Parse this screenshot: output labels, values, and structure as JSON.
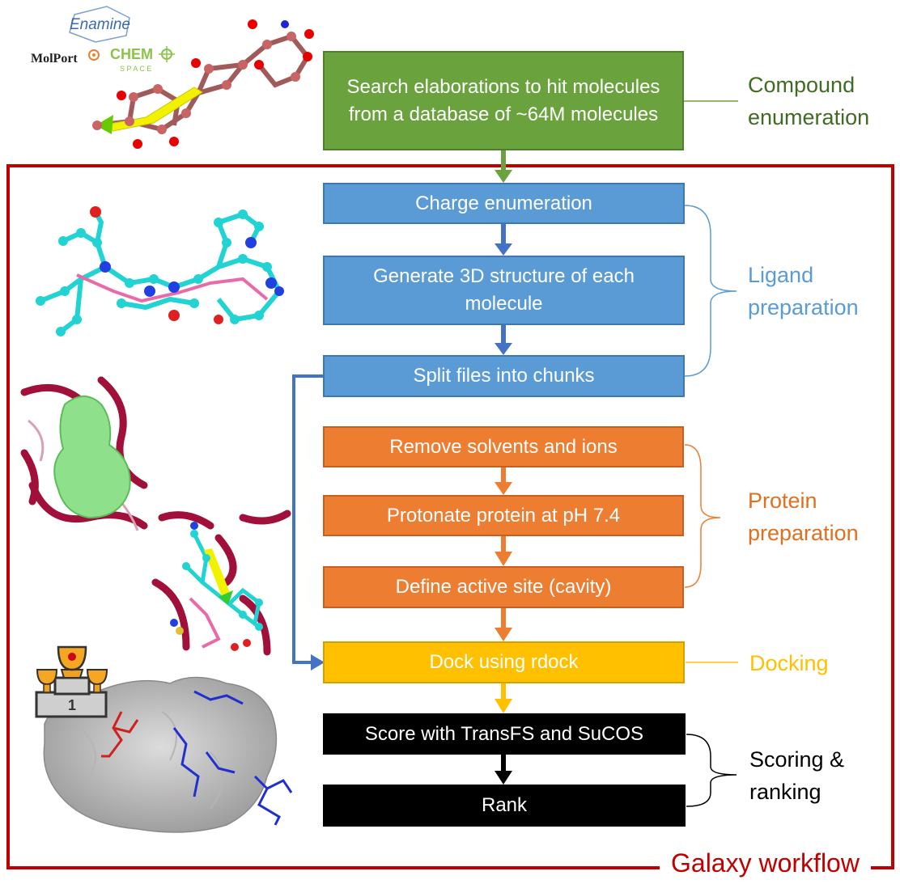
{
  "logos": {
    "enamine": "Enamine",
    "molport": "MolPort",
    "chemspace": "CHEM",
    "chemspace_sub": "S P A C E"
  },
  "steps": {
    "search": "Search elaborations to hit molecules from a database of ~64M molecules",
    "charge": "Charge enumeration",
    "generate3d": "Generate 3D structure of each molecule",
    "split": "Split files into chunks",
    "remove": "Remove solvents and ions",
    "protonate": "Protonate protein at pH 7.4",
    "define": "Define active site (cavity)",
    "dock": "Dock using rdock",
    "score": "Score with TransFS and SuCOS",
    "rank": "Rank"
  },
  "groups": {
    "compound": [
      "Compound",
      "enumeration"
    ],
    "ligand": [
      "Ligand",
      "preparation"
    ],
    "protein": [
      "Protein",
      "preparation"
    ],
    "docking": [
      "Docking"
    ],
    "scoring": [
      "Scoring &",
      "ranking"
    ]
  },
  "podium": "1",
  "frame_label": "Galaxy workflow",
  "colors": {
    "green": "#6aa33d",
    "blue": "#5b9bd5",
    "orange": "#ed7d31",
    "yellow": "#ffc000",
    "black": "#000000",
    "red_frame": "#c00000",
    "compound_text": "#3f6b23",
    "ligand_text": "#5b9bd5",
    "protein_text": "#e07020",
    "docking_text": "#ffc000"
  }
}
